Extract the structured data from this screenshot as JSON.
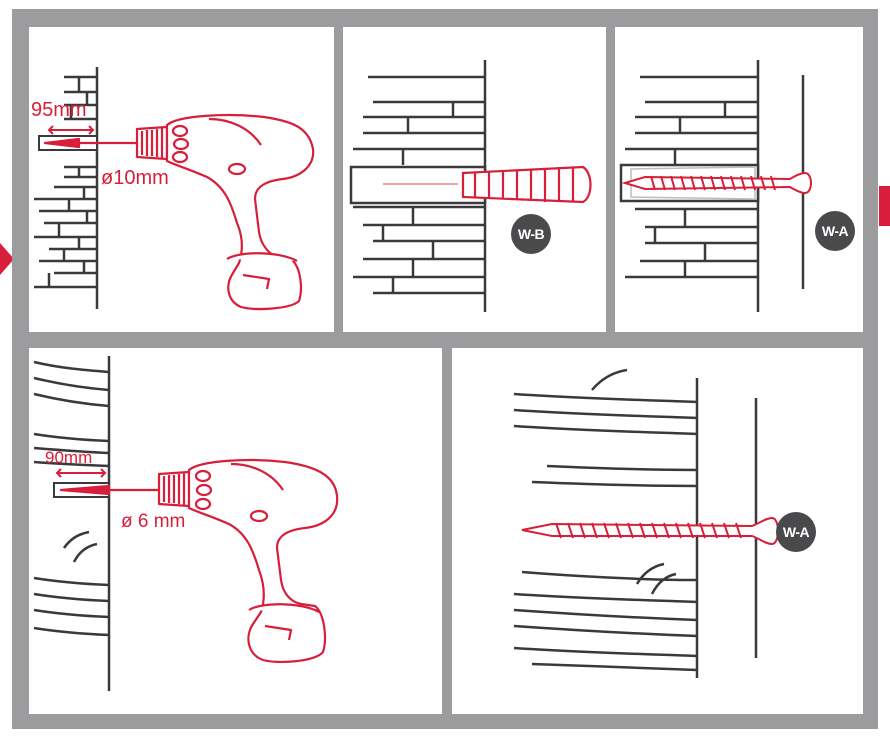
{
  "step1": {
    "depth_label": "95mm",
    "diameter_label": "ø10mm"
  },
  "step2": {
    "badge": "W-B"
  },
  "step3": {
    "badge": "W-A"
  },
  "step4": {
    "depth_label": "90mm",
    "diameter_label": "ø 6 mm"
  },
  "step5": {
    "badge": "W-A"
  },
  "colors": {
    "accent": "#d81e3a",
    "frame": "#9c9c9f",
    "line": "#3a3a3d",
    "badge": "#4a4a4d"
  },
  "icons": [
    "drill-icon",
    "wall-plug-icon",
    "screw-icon",
    "arrow-icon"
  ]
}
